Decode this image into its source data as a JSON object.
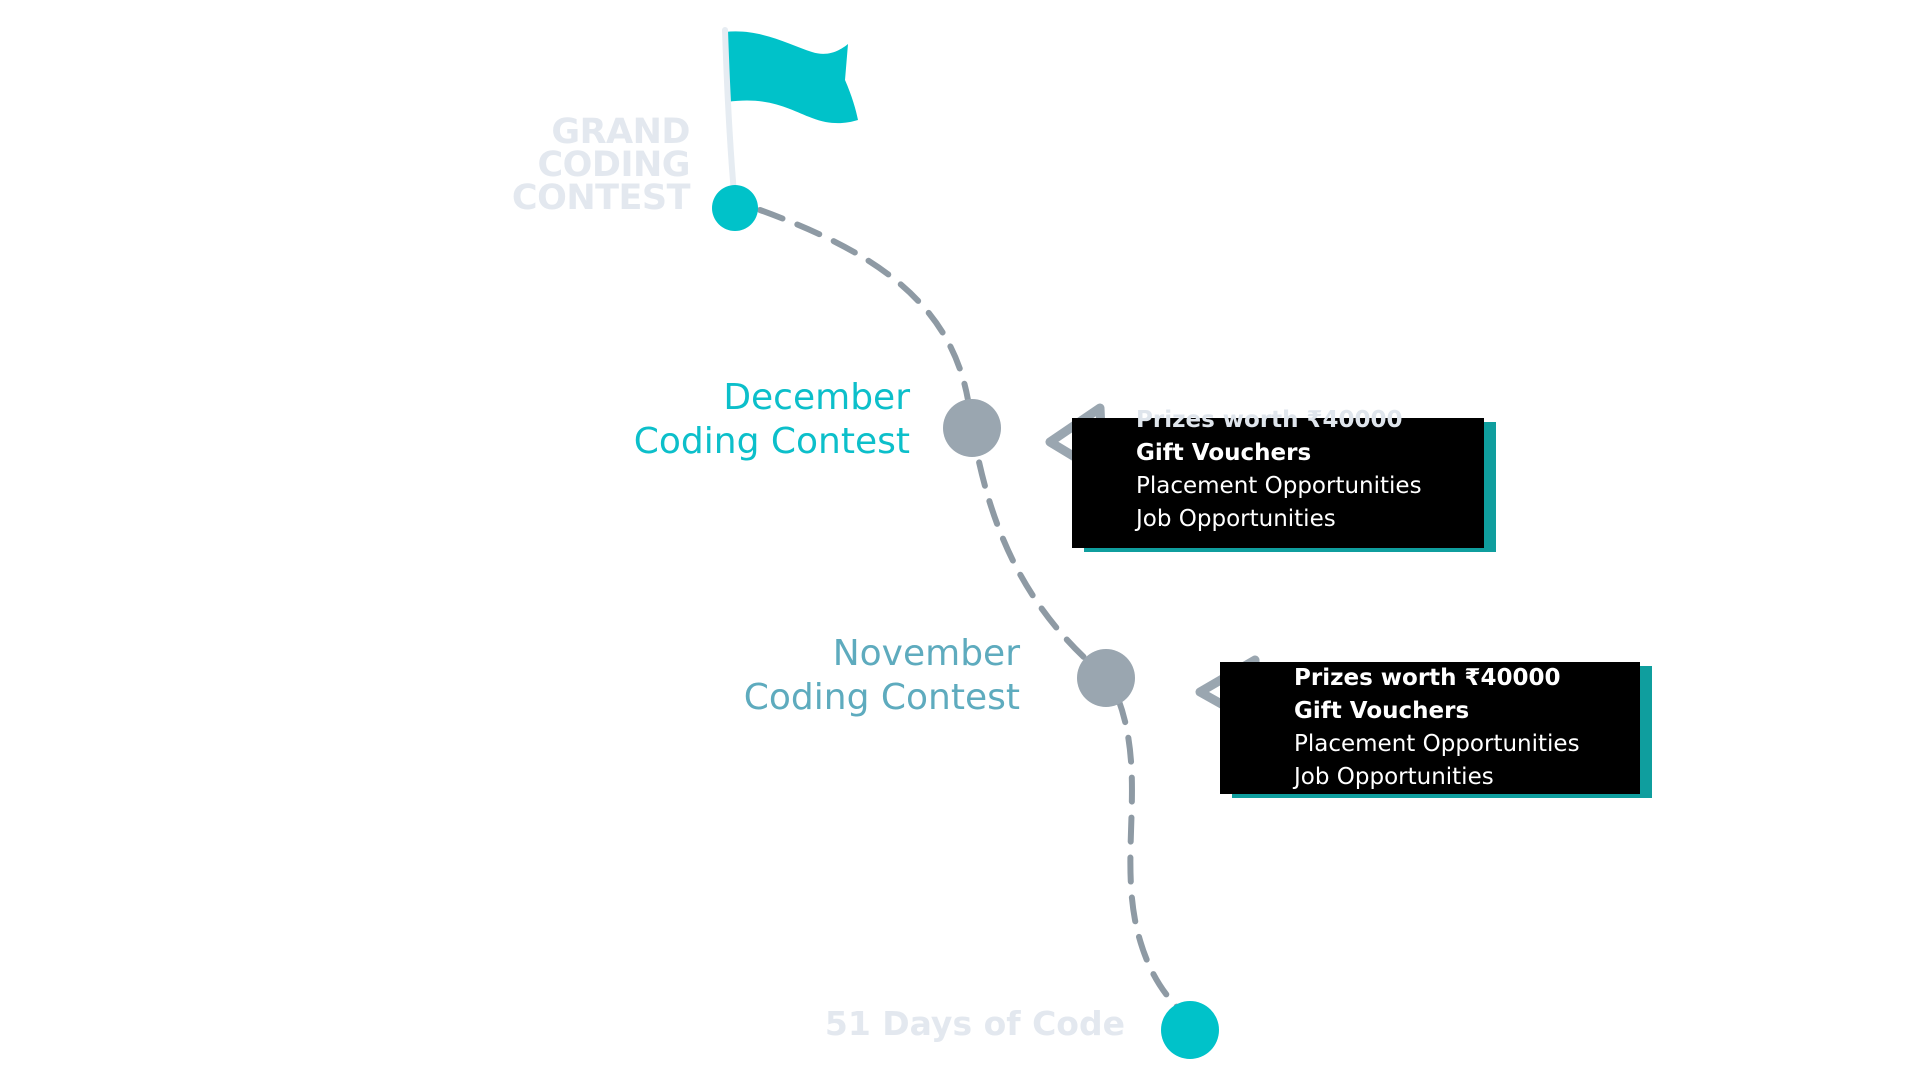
{
  "milestones": {
    "grand": {
      "title_lines": [
        "GRAND",
        "CODING",
        "CONTEST"
      ]
    },
    "december": {
      "title_lines": [
        "December",
        "Coding Contest"
      ],
      "prizes": {
        "line1": "Prizes worth  ₹40000",
        "line2": "Gift Vouchers",
        "line3": "Placement Opportunities",
        "line4": "Job Opportunities"
      }
    },
    "november": {
      "title_lines": [
        "November",
        "Coding Contest"
      ],
      "prizes": {
        "line1": "Prizes worth  ₹40000",
        "line2": "Gift Vouchers",
        "line3": "Placement Opportunities",
        "line4": "Job Opportunities"
      }
    },
    "start": {
      "title": "51 Days of Code"
    }
  },
  "colors": {
    "teal": "#00c2c9",
    "gray_node": "#9aa6b0",
    "path": "#8e9aa4",
    "label_faded": "#e3e8ef",
    "december_label": "#0cbfca",
    "november_label": "#5eabbe",
    "box_bg": "#000000",
    "box_accent": "#0f9e9e"
  },
  "icons": [
    "flag-icon",
    "pointer-triangle-icon"
  ]
}
